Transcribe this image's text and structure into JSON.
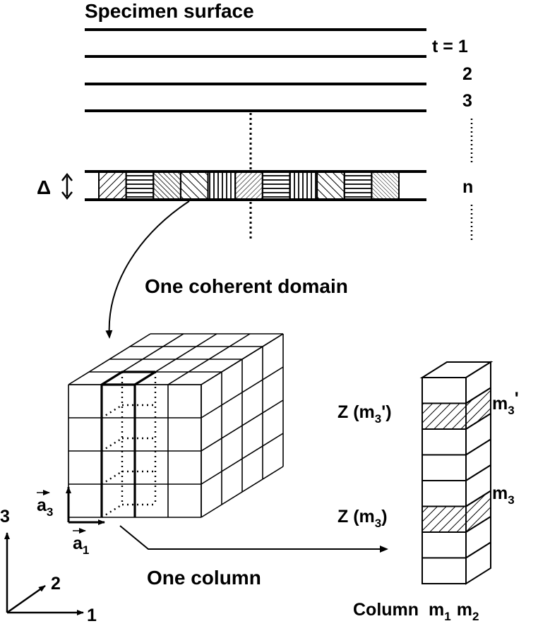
{
  "diagram": {
    "title": "Specimen surface",
    "layer_labels": [
      "t = 1",
      "2",
      "3",
      "n"
    ],
    "delta_symbol": "Δ",
    "domain_label": "One coherent domain",
    "column_label": "One column",
    "column_title": "Column",
    "column_indices": {
      "m1": "m",
      "m1_sub": "1",
      "m2": "m",
      "m2_sub": "2"
    },
    "z_upper": {
      "prefix": "Z (m",
      "sub": "3",
      "suffix": "')"
    },
    "z_lower": {
      "prefix": "Z (m",
      "sub": "3",
      "suffix": ")"
    },
    "m_upper": {
      "base": "m",
      "sub": "3",
      "prime": "'"
    },
    "m_lower": {
      "base": "m",
      "sub": "3"
    },
    "vector_a3": {
      "base": "a",
      "sub": "3"
    },
    "vector_a1": {
      "base": "a",
      "sub": "1"
    },
    "axes": {
      "axis3": "3",
      "axis2": "2",
      "axis1": "1"
    },
    "domain_patterns": [
      "diag-right",
      "horizontal",
      "diag-left-dense",
      "diag-left",
      "vertical",
      "diag-right-fine",
      "horizontal",
      "vertical",
      "diag-left",
      "horizontal",
      "diag-left-fine"
    ]
  }
}
